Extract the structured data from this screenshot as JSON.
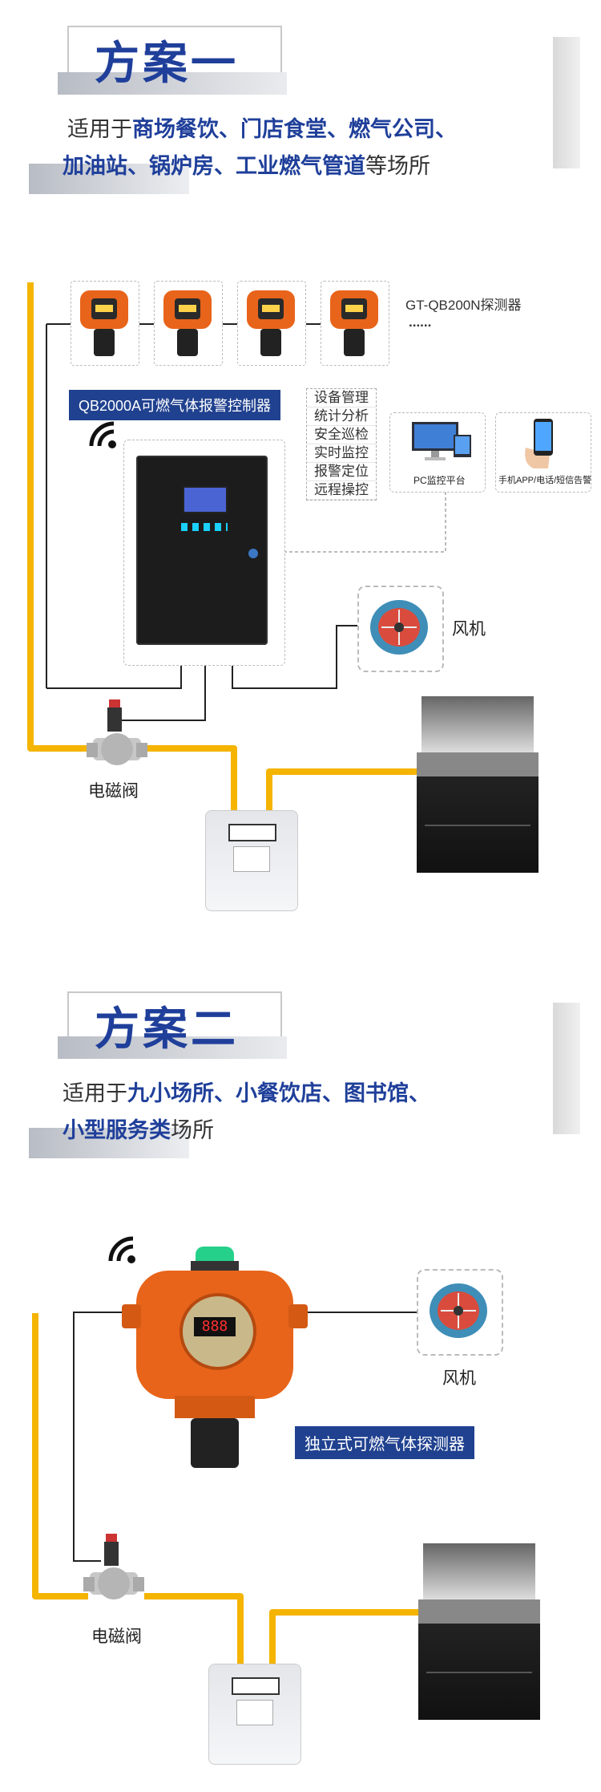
{
  "scheme1": {
    "title": "方案一",
    "intro_line1_pre": "适用于",
    "intro_line1_hi": "商场餐饮、门店食堂、燃气公司、",
    "intro_line2_hi": "加油站、锅炉房、工业燃气管道",
    "intro_line2_post": "等场所",
    "detector_label": "GT-QB200N探测器",
    "ellipsis": "......",
    "controller_label": "QB2000A可燃气体报警控制器",
    "features": [
      "设备管理",
      "统计分析",
      "安全巡检",
      "实时监控",
      "报警定位",
      "远程操控"
    ],
    "pc_label": "PC监控平台",
    "app_label": "手机APP/电话/短信告警",
    "fan_label": "风机",
    "valve_label": "电磁阀"
  },
  "scheme2": {
    "title": "方案二",
    "intro_line1_pre": "适用于",
    "intro_line1_hi": "九小场所、小餐饮店、图书馆、",
    "intro_line2_hi": "小型服务类",
    "intro_line2_post": "场所",
    "detector_display": "888",
    "detector_tag": "独立式可燃气体探测器",
    "fan_label": "风机",
    "valve_label": "电磁阀"
  },
  "colors": {
    "brand_blue": "#1f3f9a",
    "gas_pipe": "#f4b400",
    "detector_orange": "#e8641a"
  }
}
